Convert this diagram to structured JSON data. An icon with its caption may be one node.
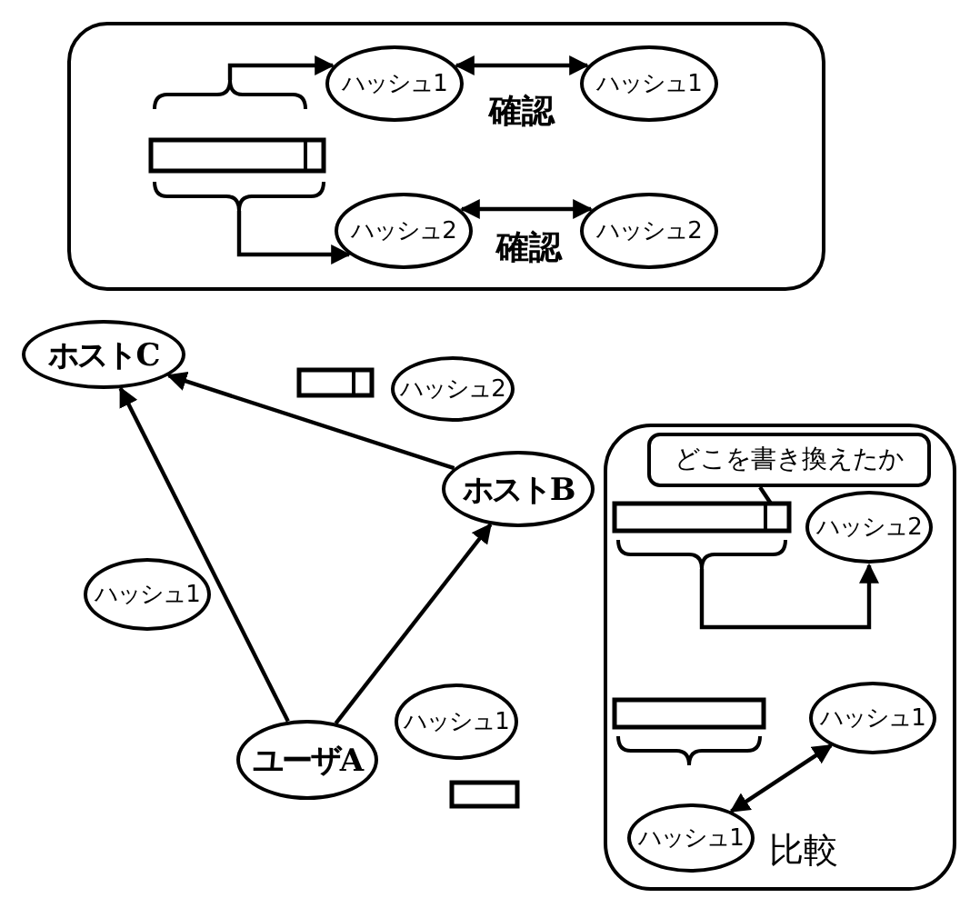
{
  "diagram": {
    "nodes": [
      {
        "text": [],
        "shape": "box"
      },
      {
        "text": [
          "ハッシュ1"
        ],
        "in": 0
      },
      {
        "text": [
          "ハッシュ1"
        ],
        "in": 0
      },
      {
        "text": [
          "ハッシュ2"
        ],
        "in": 0
      },
      {
        "text": [
          "ハッシュ2"
        ],
        "in": 0
      },
      {
        "text": [],
        "shape": "bar",
        "in": 0
      },
      {
        "text": [
          "ホストC"
        ]
      },
      {
        "text": [
          "ホストB"
        ]
      },
      {
        "text": [
          "ユーザA"
        ]
      },
      {
        "text": [
          "ハッシュ1"
        ]
      },
      {
        "text": [
          "ハッシュ2"
        ]
      },
      {
        "text": [
          "ハッシュ1"
        ]
      },
      {
        "text": [],
        "shape": "box"
      },
      {
        "text": [
          "どこを書き換えたか"
        ],
        "in": 12
      },
      {
        "text": [],
        "shape": "bar",
        "in": 12
      },
      {
        "text": [
          "ハッシュ2"
        ],
        "in": 12
      },
      {
        "text": [],
        "shape": "bar",
        "in": 12
      },
      {
        "text": [
          "ハッシュ1"
        ],
        "in": 12
      },
      {
        "text": [
          "ハッシュ1"
        ],
        "in": 12
      }
    ],
    "edges": [
      {
        "from": 5,
        "to": 1,
        "arrow": "to"
      },
      {
        "from": 5,
        "to": 3,
        "arrow": "to"
      },
      {
        "from": 1,
        "to": 2,
        "arrow": "both",
        "label": "確認"
      },
      {
        "from": 3,
        "to": 4,
        "arrow": "both",
        "label": "確認"
      },
      {
        "from": 8,
        "to": 6,
        "arrow": "to"
      },
      {
        "from": 8,
        "to": 7,
        "arrow": "to"
      },
      {
        "from": 7,
        "to": 6,
        "arrow": "to"
      },
      {
        "from": 13,
        "to": 14,
        "arrow": "none"
      },
      {
        "from": 14,
        "to": 15,
        "arrow": "to"
      },
      {
        "from": 18,
        "to": 17,
        "arrow": "both",
        "label": "比較"
      }
    ]
  }
}
